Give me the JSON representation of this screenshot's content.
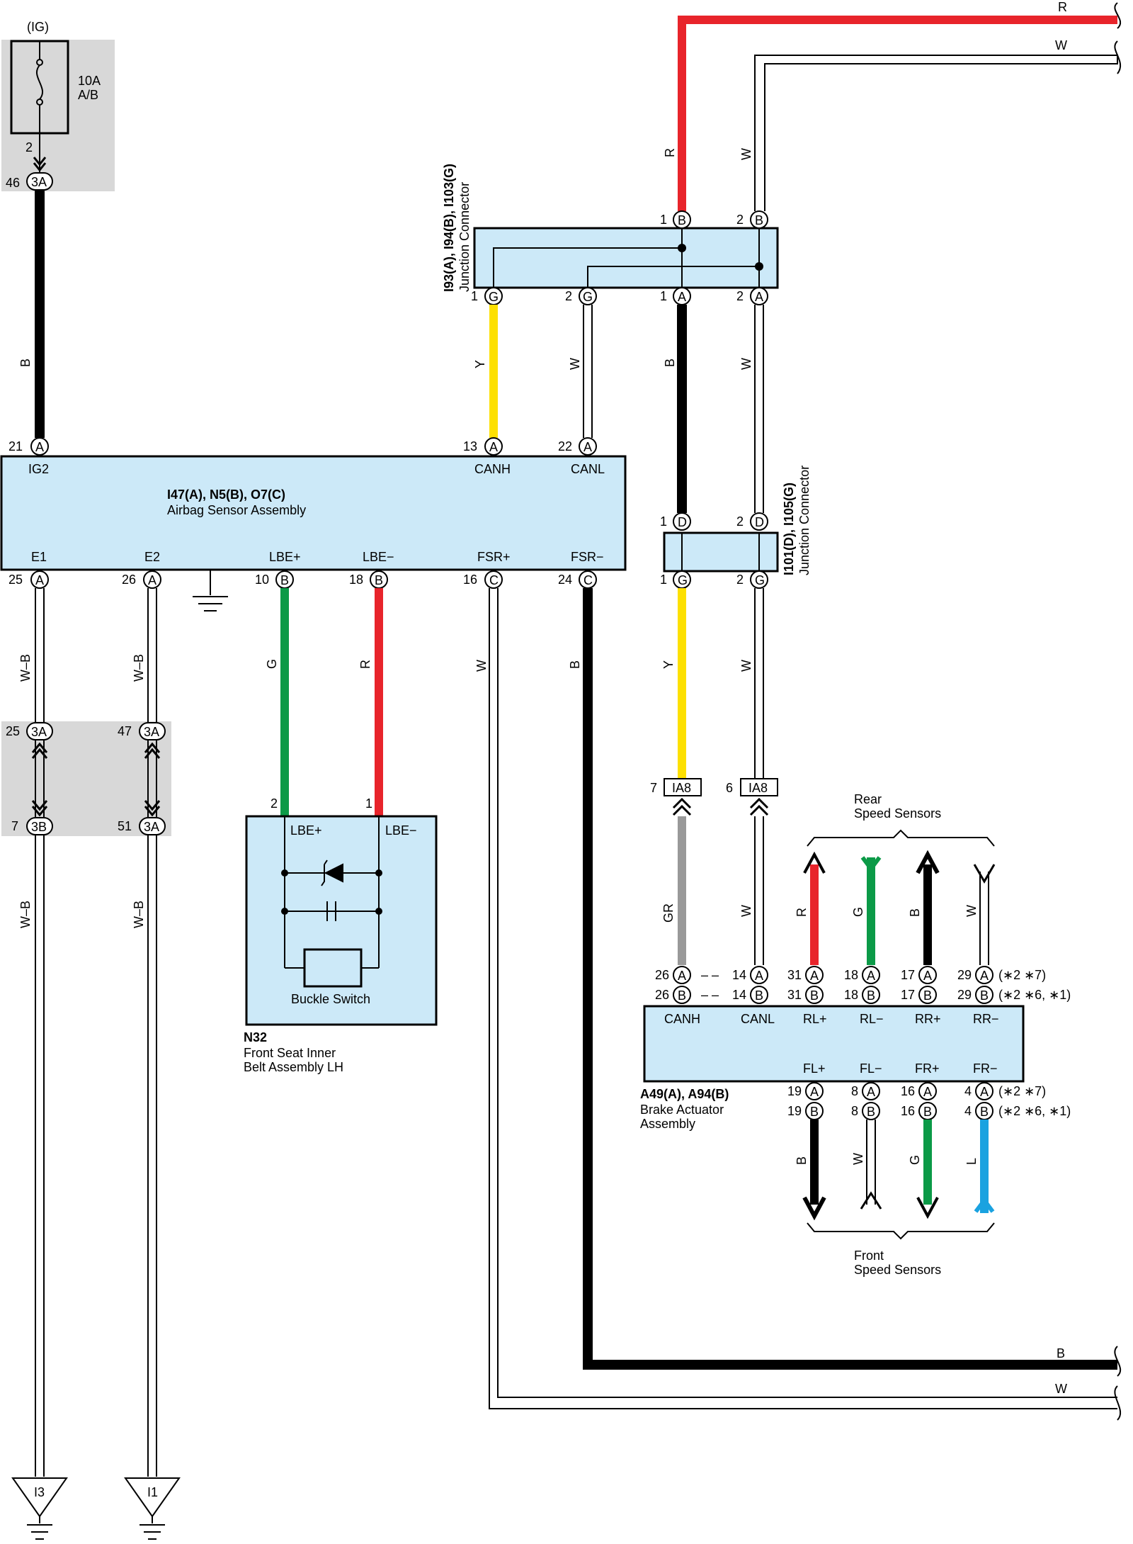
{
  "fuse": {
    "source": "(IG)",
    "rating": "10A",
    "name": "A/B",
    "pin": "2",
    "conn_pin": "46",
    "conn_id": "3A"
  },
  "airbag": {
    "title": "I47(A), N5(B), O7(C)",
    "name": "Airbag Sensor Assembly",
    "top_pins": [
      {
        "num": "21",
        "conn": "A",
        "label": "IG2"
      },
      {
        "num": "13",
        "conn": "A",
        "label": "CANH"
      },
      {
        "num": "22",
        "conn": "A",
        "label": "CANL"
      }
    ],
    "bottom_pins": [
      {
        "num": "25",
        "conn": "A",
        "label": "E1"
      },
      {
        "num": "26",
        "conn": "A",
        "label": "E2"
      },
      {
        "num": "10",
        "conn": "B",
        "label": "LBE+"
      },
      {
        "num": "18",
        "conn": "B",
        "label": "LBE−"
      },
      {
        "num": "16",
        "conn": "C",
        "label": "FSR+"
      },
      {
        "num": "24",
        "conn": "C",
        "label": "FSR−"
      }
    ]
  },
  "jc1": {
    "title": "I93(A), I94(B), I103(G)",
    "name": "Junction Connector",
    "top_pins": [
      {
        "num": "1",
        "conn": "B"
      },
      {
        "num": "2",
        "conn": "B"
      }
    ],
    "bottom_pins": [
      {
        "num": "1",
        "conn": "G"
      },
      {
        "num": "2",
        "conn": "G"
      },
      {
        "num": "1",
        "conn": "A"
      },
      {
        "num": "2",
        "conn": "A"
      }
    ]
  },
  "jc2": {
    "title": "I101(D), I105(G)",
    "name": "Junction Connector",
    "top_pins": [
      {
        "num": "1",
        "conn": "D"
      },
      {
        "num": "2",
        "conn": "D"
      }
    ],
    "bottom_pins": [
      {
        "num": "1",
        "conn": "G"
      },
      {
        "num": "2",
        "conn": "G"
      }
    ]
  },
  "buckle": {
    "code": "N32",
    "name_line1": "Front Seat Inner",
    "name_line2": "Belt Assembly LH",
    "switch_label": "Buckle Switch",
    "pin_left_num": "2",
    "pin_right_num": "1",
    "pin_left_label": "LBE+",
    "pin_right_label": "LBE−"
  },
  "brake": {
    "title": "A49(A), A94(B)",
    "name_line1": "Brake Actuator",
    "name_line2": "Assembly",
    "top_labels": [
      "CANH",
      "CANL",
      "RL+",
      "RL−",
      "RR+",
      "RR−"
    ],
    "top_nums": [
      "26",
      "14",
      "31",
      "18",
      "17",
      "29"
    ],
    "bottom_labels": [
      "FL+",
      "FL−",
      "FR+",
      "FR−"
    ],
    "bottom_nums": [
      "19",
      "8",
      "16",
      "4"
    ],
    "note_a": "(∗2 ∗7)",
    "note_b": "(∗2 ∗6, ∗1)",
    "dash": "– –"
  },
  "ia8": {
    "id": "IA8",
    "pin_left": "7",
    "pin_right": "6"
  },
  "splice": {
    "left": {
      "top_num": "25",
      "bot_num": "7",
      "top_conn": "3A",
      "bot_conn": "3B"
    },
    "right": {
      "top_num": "47",
      "bot_num": "51",
      "top_conn": "3A",
      "bot_conn": "3A"
    }
  },
  "grounds": {
    "left": "I3",
    "right": "I1"
  },
  "rear_sensors": {
    "line1": "Rear",
    "line2": "Speed Sensors"
  },
  "front_sensors": {
    "line1": "Front",
    "line2": "Speed Sensors"
  },
  "wire_colors": {
    "R": "R",
    "W": "W",
    "B": "B",
    "Y": "Y",
    "G": "G",
    "WB": "W–B",
    "GR": "GR",
    "L": "L"
  },
  "colors": {
    "box_fill": "#cce9f8",
    "shade": "#d8d8d8",
    "red": "#e8242b",
    "green": "#0b9a47",
    "yellow": "#fde000",
    "blue": "#1aa2e0",
    "gray": "#999999",
    "black": "#000000"
  }
}
